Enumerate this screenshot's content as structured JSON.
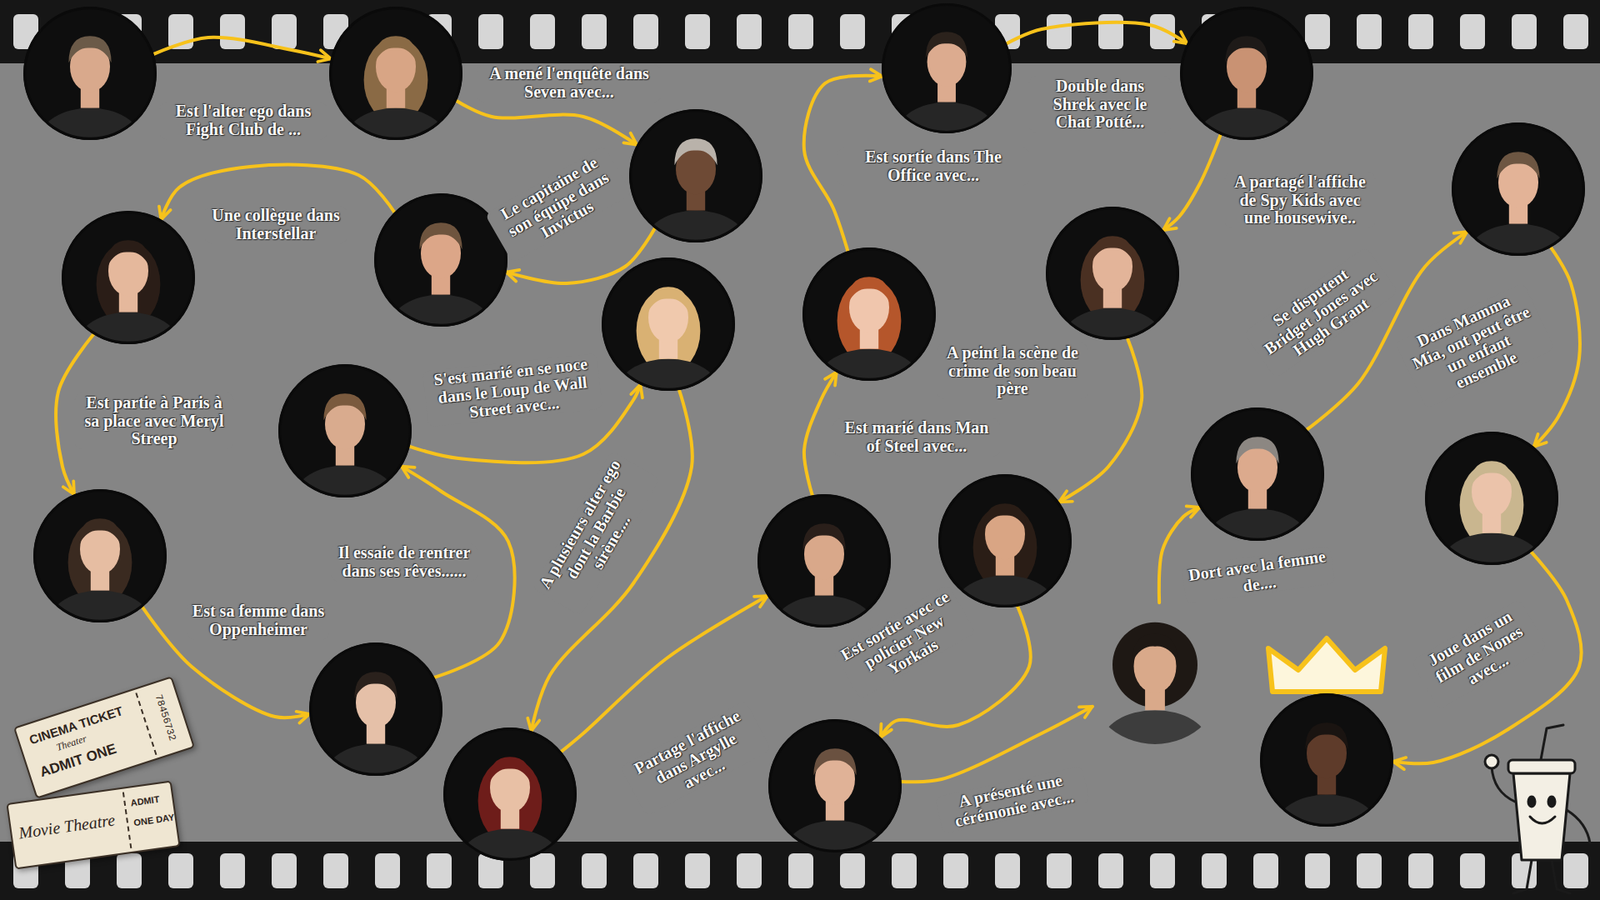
{
  "diagram": {
    "nodes": [
      {
        "text": []
      },
      {
        "text": []
      },
      {
        "text": []
      },
      {
        "text": []
      },
      {
        "text": []
      },
      {
        "text": []
      },
      {
        "text": []
      },
      {
        "text": []
      },
      {
        "text": []
      },
      {
        "text": []
      },
      {
        "text": []
      },
      {
        "text": []
      },
      {
        "text": []
      },
      {
        "text": []
      },
      {
        "text": []
      },
      {
        "text": []
      },
      {
        "text": []
      },
      {
        "text": []
      },
      {
        "text": []
      },
      {
        "text": []
      },
      {
        "text": []
      },
      {
        "text": []
      },
      {
        "text": [
          "CINEMA TICKET",
          "Theater",
          "ADMIT ONE",
          "78456732"
        ]
      },
      {
        "text": [
          "Movie Theatre",
          "ADMIT",
          "ONE DAY"
        ]
      }
    ],
    "edges": [
      {
        "from": 0,
        "to": 1,
        "arrow": "to",
        "label": "Est l'alter ego dans Fight Club de ..."
      },
      {
        "from": 1,
        "to": 2,
        "arrow": "to",
        "label": "A mené l'enquête dans Seven avec..."
      },
      {
        "from": 2,
        "to": 3,
        "arrow": "to",
        "label": "Le capitaine de son équipe dans Invictus"
      },
      {
        "from": 3,
        "to": 4,
        "arrow": "to",
        "label": "Une collègue dans Interstellar"
      },
      {
        "from": 4,
        "to": 5,
        "arrow": "to",
        "label": "Est partie à Paris à sa place avec Meryl Streep"
      },
      {
        "from": 5,
        "to": 6,
        "arrow": "to",
        "label": "Est sa femme dans Oppenheimer"
      },
      {
        "from": 6,
        "to": 7,
        "arrow": "to",
        "label": "Il essaie de rentrer dans ses rêves......"
      },
      {
        "from": 7,
        "to": 8,
        "arrow": "to",
        "label": "S'est marié en se noce dans le Loup de Wall Street avec..."
      },
      {
        "from": 8,
        "to": 9,
        "arrow": "to",
        "label": "A plusieurs alter ego dont la Barbie sirène...."
      },
      {
        "from": 9,
        "to": 10,
        "arrow": "to",
        "label": "Partage l'affiche dans Argylle avec..."
      },
      {
        "from": 10,
        "to": 11,
        "arrow": "to",
        "label": "Est marié dans Man of Steel avec..."
      },
      {
        "from": 11,
        "to": 12,
        "arrow": "to",
        "label": "Est sortie dans The Office avec..."
      },
      {
        "from": 12,
        "to": 13,
        "arrow": "to",
        "label": "Double dans Shrek avec le Chat Potté..."
      },
      {
        "from": 13,
        "to": 14,
        "arrow": "to",
        "label": "A partagé l'affiche de Spy Kids avec une housewive.."
      },
      {
        "from": 14,
        "to": 15,
        "arrow": "to",
        "label": "A peint la scène de crime de son beau père"
      },
      {
        "from": 15,
        "to": 16,
        "arrow": "to",
        "label": "Est sortie avec ce policier New Yorkais"
      },
      {
        "from": 16,
        "to": 17,
        "arrow": "to",
        "label": "A présenté une cérémonie avec..."
      },
      {
        "from": 17,
        "to": 18,
        "arrow": "to",
        "label": "Dort avec la femme de...."
      },
      {
        "from": 18,
        "to": 19,
        "arrow": "to",
        "label": "Se disputent Bridget Jones avec Hugh Grant"
      },
      {
        "from": 19,
        "to": 20,
        "arrow": "to",
        "label": "Dans Mamma Mia, ont peut être un enfant ensemble"
      },
      {
        "from": 20,
        "to": 21,
        "arrow": "to",
        "label": "Joue dans un film de Nones avec..."
      }
    ]
  }
}
